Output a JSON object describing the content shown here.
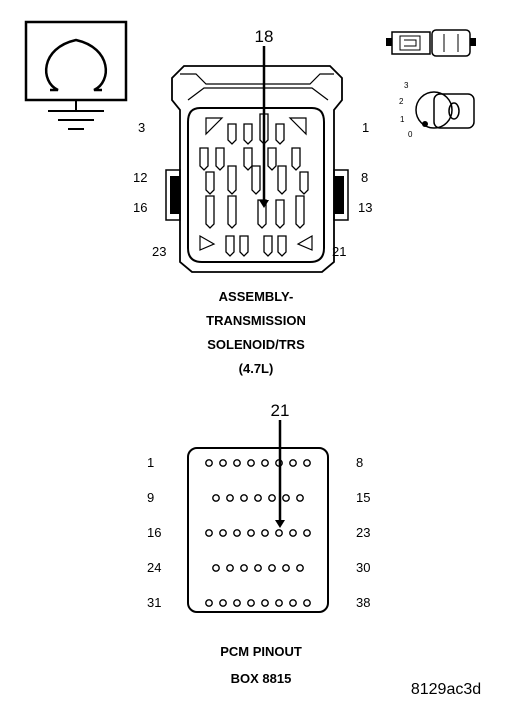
{
  "connector": {
    "callout_pin": "18",
    "pin_labels": {
      "top_left": "3",
      "top_right": "1",
      "mid_left_a": "12",
      "mid_right_a": "8",
      "mid_left_b": "16",
      "mid_right_b": "13",
      "bottom_left": "23",
      "bottom_right": "21"
    },
    "title_lines": [
      "ASSEMBLY-",
      "TRANSMISSION",
      "SOLENOID/TRS",
      "(4.7L)"
    ]
  },
  "key_positions": [
    "3",
    "2",
    "1",
    "0"
  ],
  "pcm": {
    "callout_pin": "21",
    "row_labels_left": [
      "1",
      "9",
      "16",
      "24",
      "31"
    ],
    "row_labels_right": [
      "8",
      "15",
      "23",
      "30",
      "38"
    ],
    "title_lines": [
      "PCM PINOUT",
      "BOX 8815"
    ]
  },
  "figure_ref": "8129ac3d"
}
